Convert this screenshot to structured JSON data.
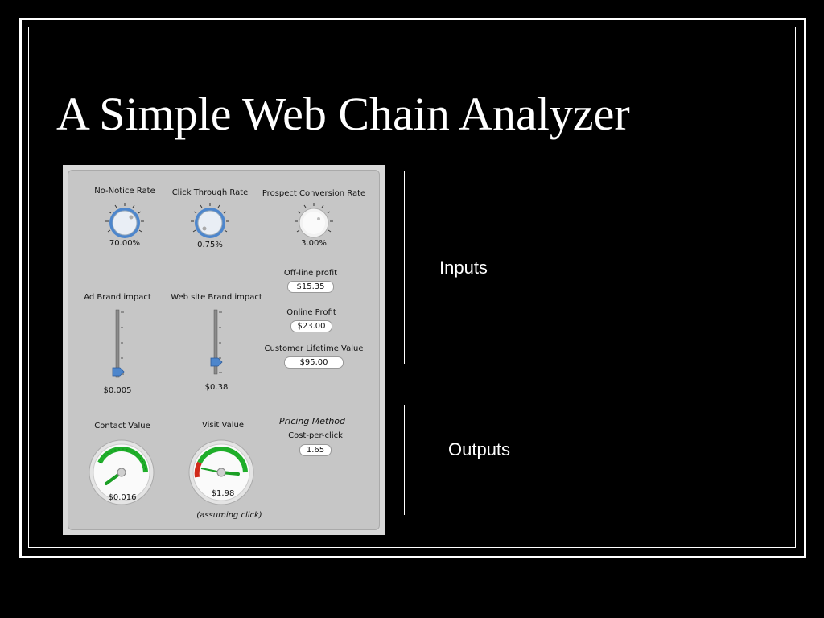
{
  "slide": {
    "title": "A Simple Web Chain Analyzer",
    "inputs_label": "Inputs",
    "outputs_label": "Outputs"
  },
  "knobs": [
    {
      "label": "No-Notice Rate",
      "value": "70.00%"
    },
    {
      "label": "Click Through Rate",
      "value": "0.75%"
    },
    {
      "label": "Prospect Conversion Rate",
      "value": "3.00%"
    }
  ],
  "sliders": [
    {
      "label": "Ad Brand impact",
      "value": "$0.005",
      "level": 0.0
    },
    {
      "label": "Web site Brand impact",
      "value": "$0.38",
      "level": 0.18
    }
  ],
  "fields": [
    {
      "label": "Off-line profit",
      "value": "$15.35"
    },
    {
      "label": "Online Profit",
      "value": "$23.00"
    },
    {
      "label": "Customer Lifetime Value",
      "value": "$95.00"
    }
  ],
  "pricing": {
    "title": "Pricing Method",
    "method": "Cost-per-click",
    "value": "1.65"
  },
  "gauges": [
    {
      "label": "Contact Value",
      "value": "$0.016",
      "note": ""
    },
    {
      "label": "Visit Value",
      "value": "$1.98",
      "note": "(assuming click)"
    }
  ],
  "colors": {
    "background": "#000000",
    "accent_rule": "#7a1010",
    "panel": "#c6c6c6",
    "knob_blue": "#5a8fd0",
    "gauge_green": "#1fae2a",
    "gauge_red": "#d02a1a"
  }
}
